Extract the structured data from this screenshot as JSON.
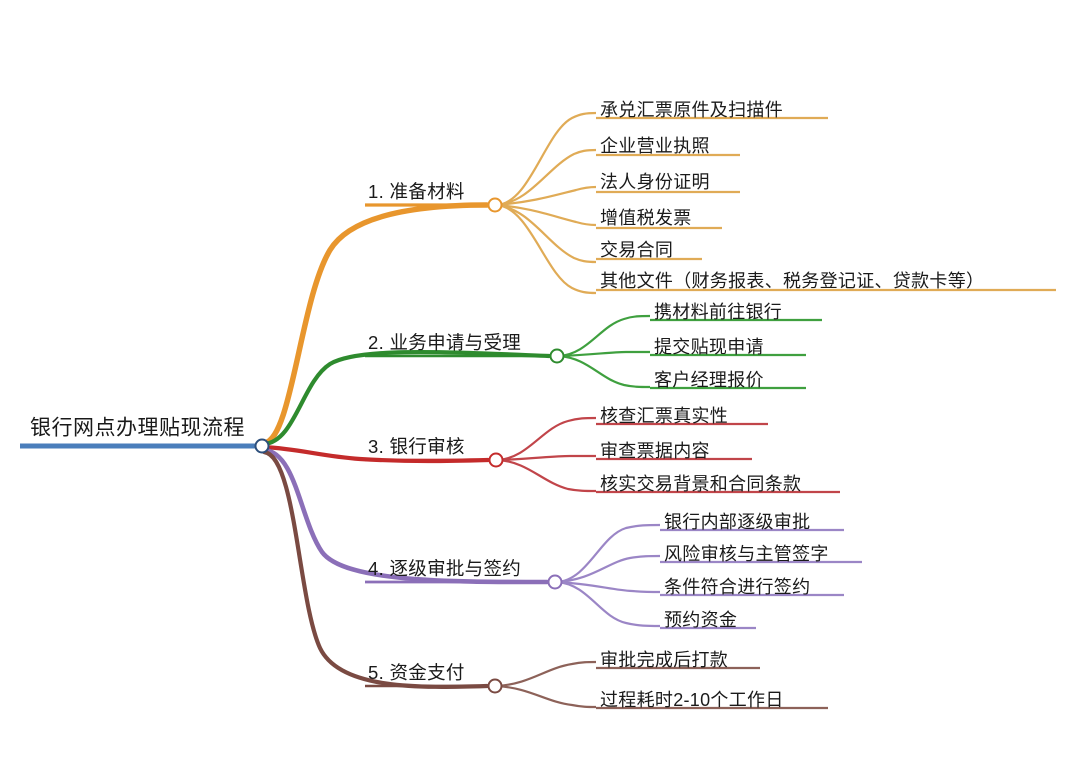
{
  "diagram": {
    "type": "mind-map",
    "title": "银行网点办理贴现流程",
    "background": "#ffffff",
    "root": {
      "label": "银行网点办理贴现流程",
      "color": "#4a7ebb",
      "node_color": "#2d4f7c"
    },
    "branches": [
      {
        "id": "branch-1",
        "label": "1. 准备材料",
        "color": "#e8962d",
        "children": [
          {
            "label": "承兑汇票原件及扫描件"
          },
          {
            "label": "企业营业执照"
          },
          {
            "label": "法人身份证明"
          },
          {
            "label": "增值税发票"
          },
          {
            "label": "交易合同"
          },
          {
            "label": "其他文件（财务报表、税务登记证、贷款卡等）"
          }
        ]
      },
      {
        "id": "branch-2",
        "label": "2. 业务申请与受理",
        "color": "#2e8b2e",
        "children": [
          {
            "label": "携材料前往银行"
          },
          {
            "label": "提交贴现申请"
          },
          {
            "label": "客户经理报价"
          }
        ]
      },
      {
        "id": "branch-3",
        "label": "3. 银行审核",
        "color": "#c42b2b",
        "children": [
          {
            "label": "核查汇票真实性"
          },
          {
            "label": "审查票据内容"
          },
          {
            "label": "核实交易背景和合同条款"
          }
        ]
      },
      {
        "id": "branch-4",
        "label": "4. 逐级审批与签约",
        "color": "#8b6fb8",
        "children": [
          {
            "label": "银行内部逐级审批"
          },
          {
            "label": "风险审核与主管签字"
          },
          {
            "label": "条件符合进行签约"
          },
          {
            "label": "预约资金"
          }
        ]
      },
      {
        "id": "branch-5",
        "label": "5. 资金支付",
        "color": "#7a4a42",
        "children": [
          {
            "label": "审批完成后打款"
          },
          {
            "label": "过程耗时2-10个工作日"
          }
        ]
      }
    ]
  }
}
